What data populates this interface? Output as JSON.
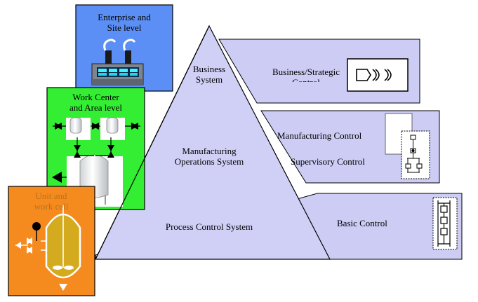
{
  "pyramid": {
    "levels": {
      "business": {
        "line1": "Business",
        "line2": "System"
      },
      "manufacturing": {
        "line1": "Manufacturing",
        "line2": "Operations System"
      },
      "process": "Process Control System"
    }
  },
  "bands": {
    "business": "Business/Strategic Control",
    "manufacturing_control": "Manufacturing Control",
    "supervisory_control": "Supervisory Control",
    "basic_control": "Basic Control"
  },
  "tiles": {
    "enterprise": {
      "line1": "Enterprise and",
      "line2": "Site level"
    },
    "work_center": {
      "line1": "Work Center",
      "line2": "and Area level"
    },
    "unit": {
      "line1": "Unit and",
      "line2": "work cell"
    }
  },
  "colors": {
    "band_fill": "#ccccf5",
    "pyramid_fill": "#d0d0f7",
    "enterprise_fill": "#5b8ff5",
    "work_center_fill": "#33ee33",
    "unit_fill": "#f58a1f",
    "vessel_fill": "#d4aa1e"
  },
  "icons": [
    "factory-icon",
    "tank-network-icon",
    "reactor-vessel-icon",
    "chevron-flow-icon",
    "sfc-chart-icon",
    "ladder-chain-icon"
  ]
}
